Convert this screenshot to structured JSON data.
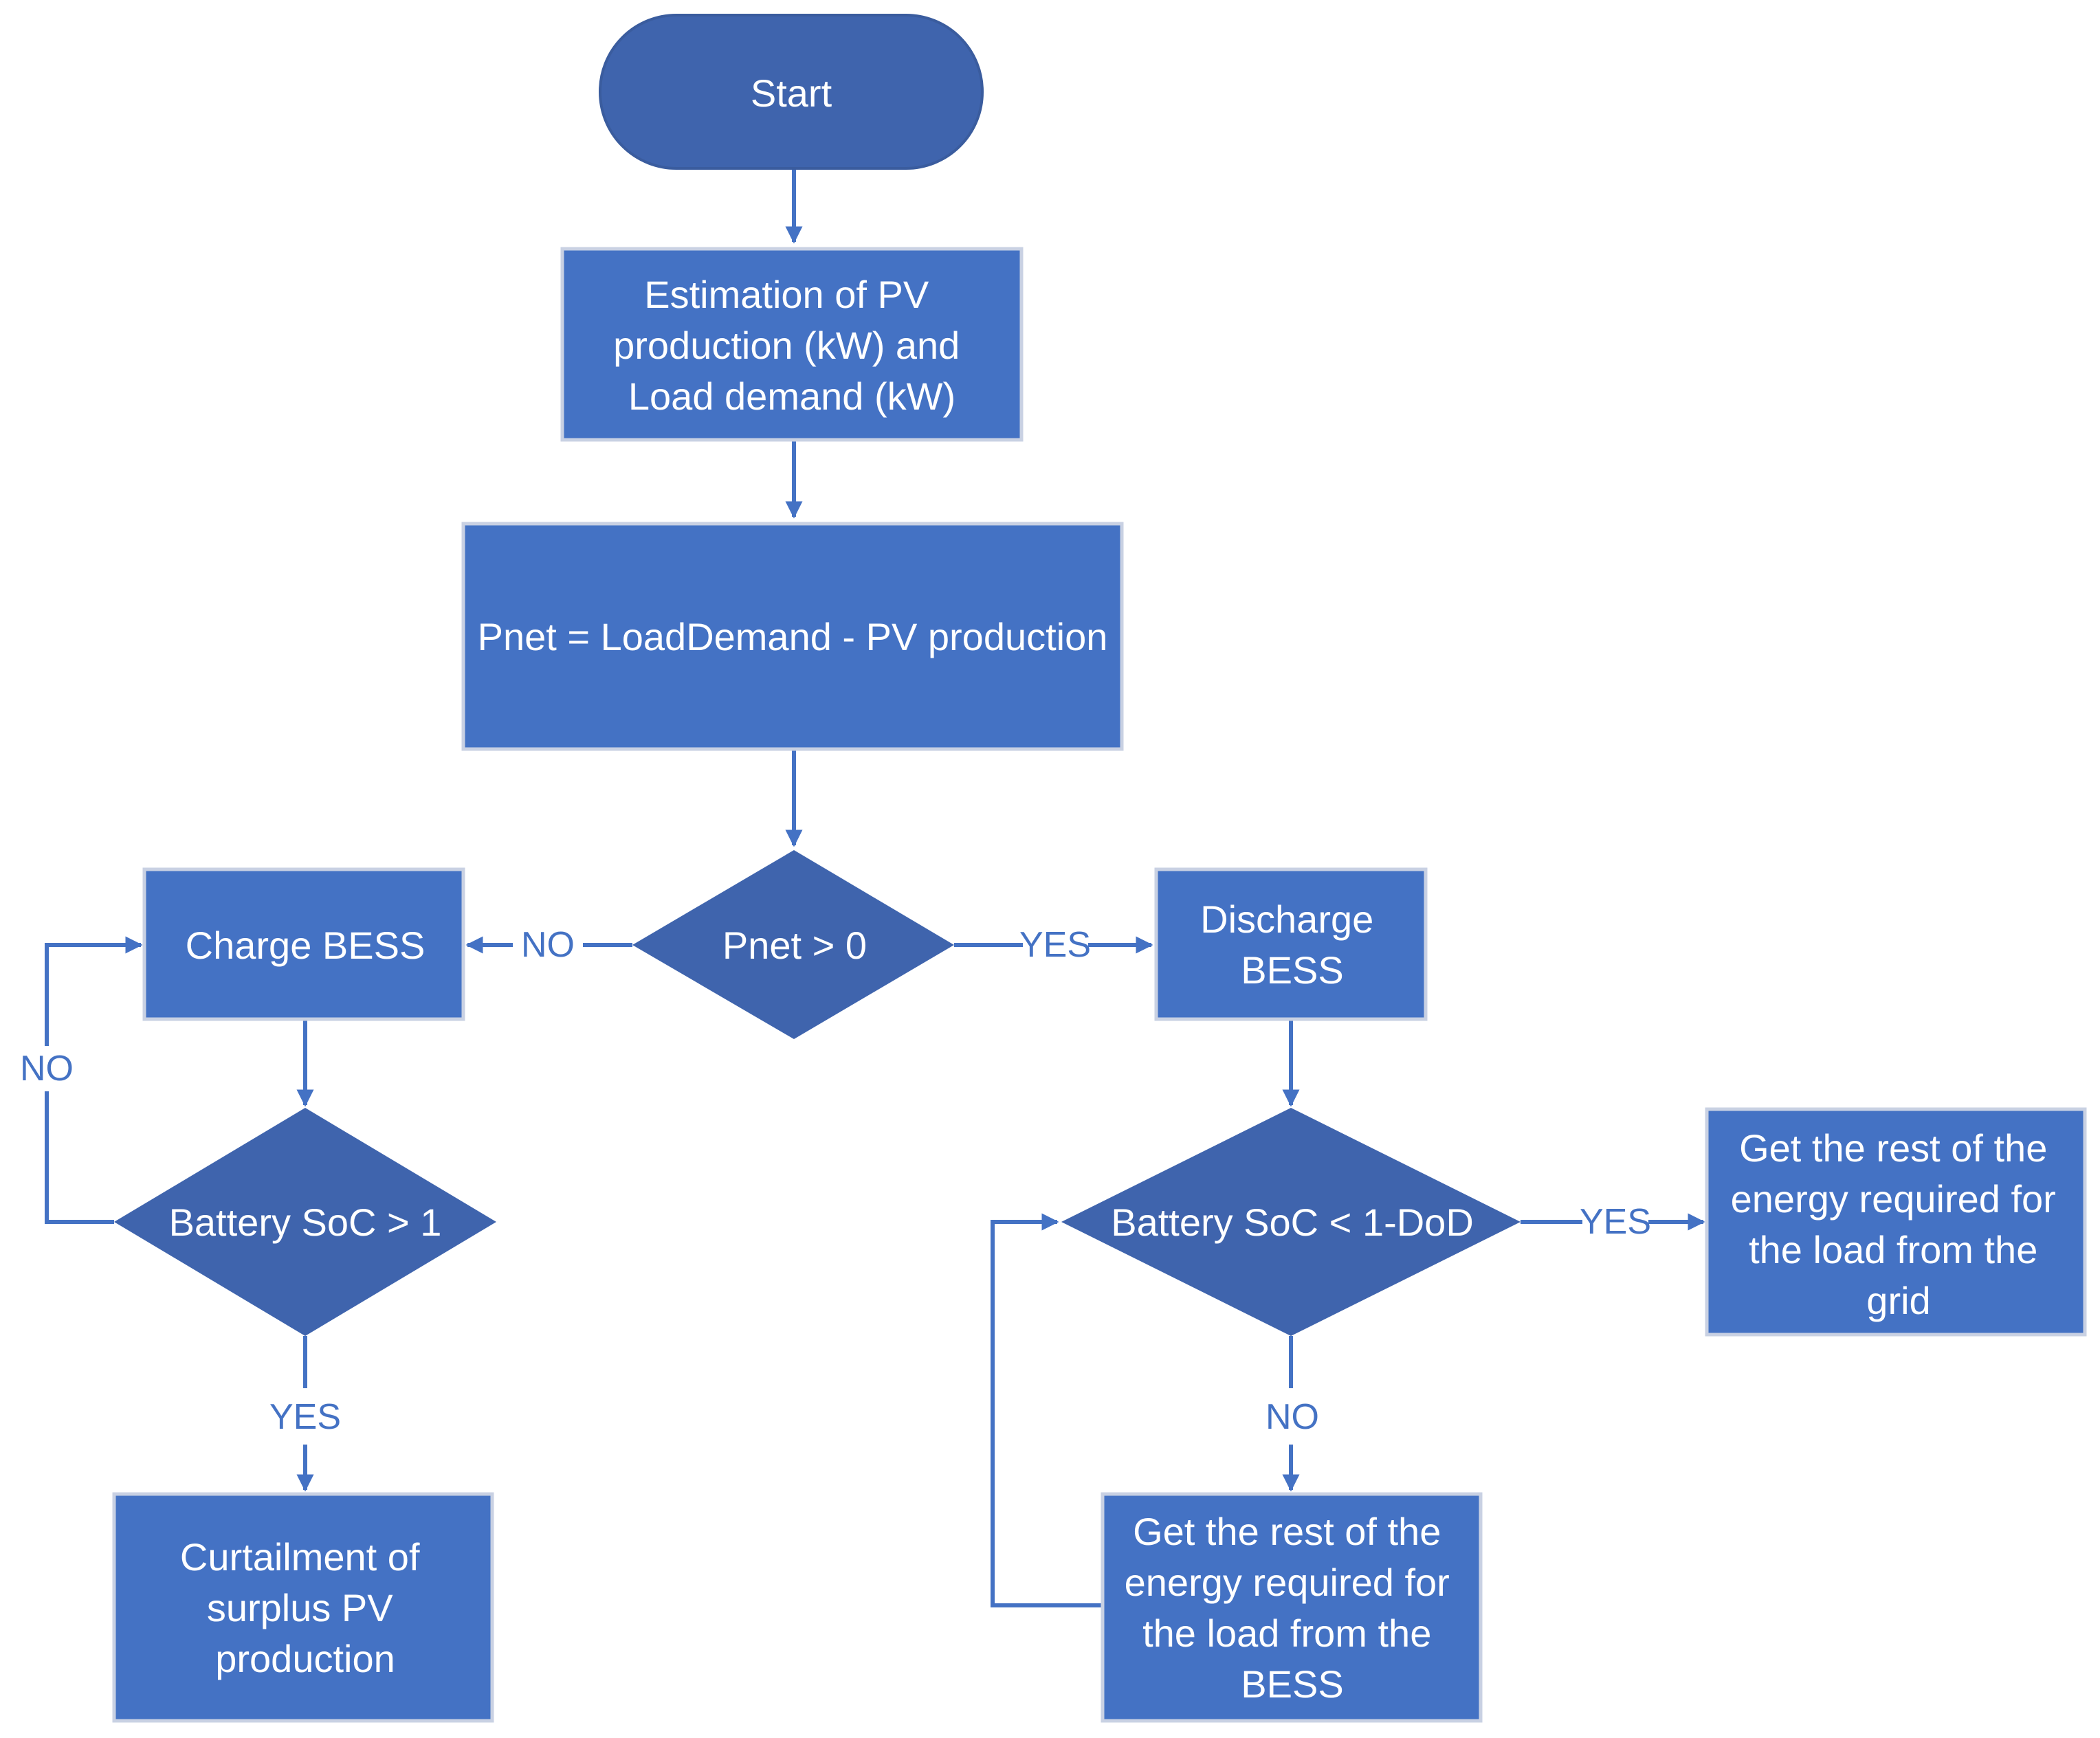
{
  "colors": {
    "process_fill": "#4472C4",
    "decision_fill": "#3F64AD",
    "terminal_fill": "#3F64AD",
    "box_border": "#C9D1E3",
    "connector": "#4472C4",
    "background": "#FFFFFF"
  },
  "nodes": {
    "start": {
      "lines": [
        "Start"
      ]
    },
    "estimation": {
      "lines": [
        "Estimation of PV",
        "production (kW) and",
        "Load demand (kW)"
      ]
    },
    "pnet_calc": {
      "lines": [
        "Pnet = LoadDemand - PV production"
      ]
    },
    "pnet_decision": {
      "lines": [
        "Pnet > 0"
      ]
    },
    "charge": {
      "lines": [
        "Charge BESS"
      ]
    },
    "discharge": {
      "lines": [
        "Discharge",
        "BESS"
      ]
    },
    "soc_high": {
      "lines": [
        "Battery SoC > 1"
      ]
    },
    "soc_low": {
      "lines": [
        "Battery SoC < 1-DoD"
      ]
    },
    "grid_supply": {
      "lines": [
        "Get the rest of the",
        "energy required for",
        "the load from the",
        "grid"
      ]
    },
    "bess_supply": {
      "lines": [
        "Get the rest of the",
        "energy required for",
        "the load from the",
        "BESS"
      ]
    },
    "curtailment": {
      "lines": [
        "Curtailment of",
        "surplus PV",
        "production"
      ]
    }
  },
  "edge_labels": {
    "pnet_no": "NO",
    "pnet_yes": "YES",
    "soc_high_no": "NO",
    "soc_high_yes": "YES",
    "soc_low_yes": "YES",
    "soc_low_no": "NO"
  }
}
